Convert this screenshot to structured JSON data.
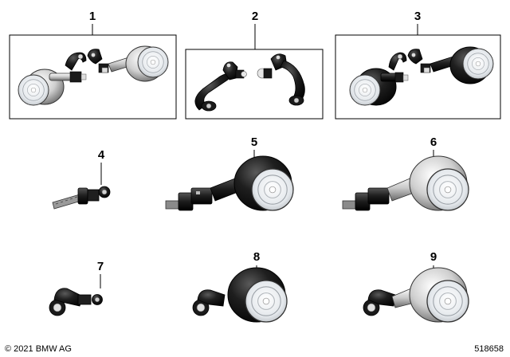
{
  "parts": [
    {
      "number": "1",
      "boxed": true,
      "finish": "chrome",
      "kind": "indicator-pair"
    },
    {
      "number": "2",
      "boxed": true,
      "finish": "black",
      "kind": "bracket-pair"
    },
    {
      "number": "3",
      "boxed": true,
      "finish": "black",
      "kind": "indicator-pair"
    },
    {
      "number": "4",
      "boxed": false,
      "finish": "black",
      "kind": "adapter-bolt"
    },
    {
      "number": "5",
      "boxed": false,
      "finish": "black",
      "kind": "indicator-stem"
    },
    {
      "number": "6",
      "boxed": false,
      "finish": "chrome",
      "kind": "indicator-stem"
    },
    {
      "number": "7",
      "boxed": false,
      "finish": "black",
      "kind": "bracket-arm"
    },
    {
      "number": "8",
      "boxed": false,
      "finish": "black",
      "kind": "indicator-bracket"
    },
    {
      "number": "9",
      "boxed": false,
      "finish": "chrome",
      "kind": "indicator-bracket"
    }
  ],
  "footer": {
    "copyright": "© 2021 BMW AG",
    "diagram_id": "518658"
  },
  "colors": {
    "line": "#000000",
    "chrome_light": "#f4f4f4",
    "chrome_dark": "#8a8a8a",
    "black_body": "#1a1a1a",
    "lens": "#e9eef2"
  }
}
